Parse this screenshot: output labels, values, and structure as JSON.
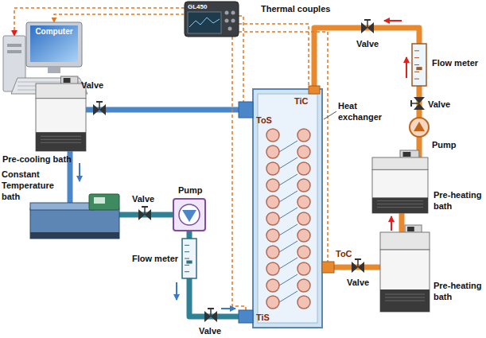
{
  "diagram": {
    "nodes": [
      {
        "text": [
          "Computer"
        ]
      },
      {
        "text": [
          "GL450"
        ]
      }
    ],
    "edges": [
      {
        "from": 1,
        "to": 0,
        "arrow": "to"
      }
    ],
    "labels": [
      "Thermal couples",
      "Valve",
      "Pre-cooling bath",
      "Constant Temperature bath",
      "Pump",
      "Valve",
      "Flow meter",
      "Valve",
      "TiS",
      "ToS",
      "TiC",
      "ToC",
      "Heat exchanger",
      "Valve",
      "Flow meter",
      "Valve",
      "Pump",
      "Pre-heating bath",
      "Pre-heating bath",
      "Valve"
    ]
  }
}
